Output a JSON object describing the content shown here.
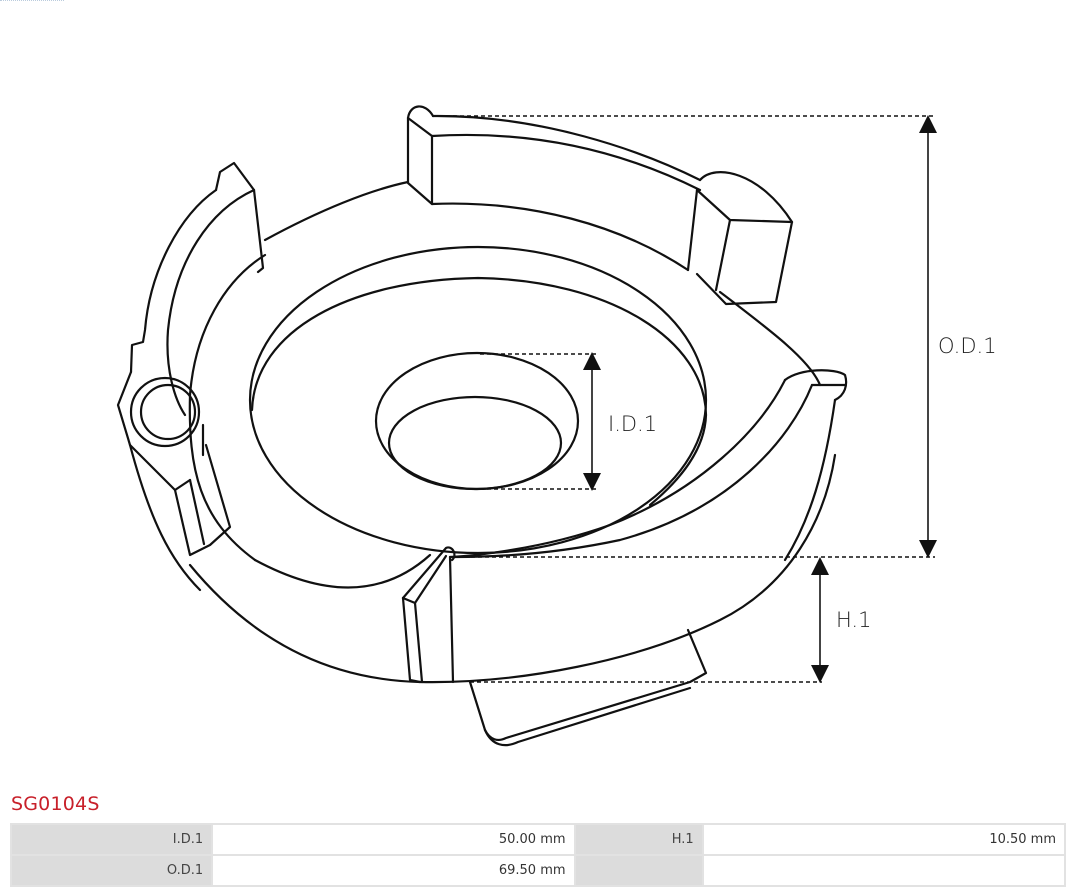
{
  "product": {
    "code": "SG0104S",
    "title_color": "#c8202a"
  },
  "drawing": {
    "labels": {
      "outer_diameter": "O.D.1",
      "inner_diameter": "I.D.1",
      "height": "H.1"
    }
  },
  "specs": {
    "rows": [
      {
        "key1": "I.D.1",
        "value1": "50.00 mm",
        "key2": "H.1",
        "value2": "10.50 mm"
      },
      {
        "key1": "O.D.1",
        "value1": "69.50 mm",
        "key2": "",
        "value2": ""
      }
    ]
  }
}
